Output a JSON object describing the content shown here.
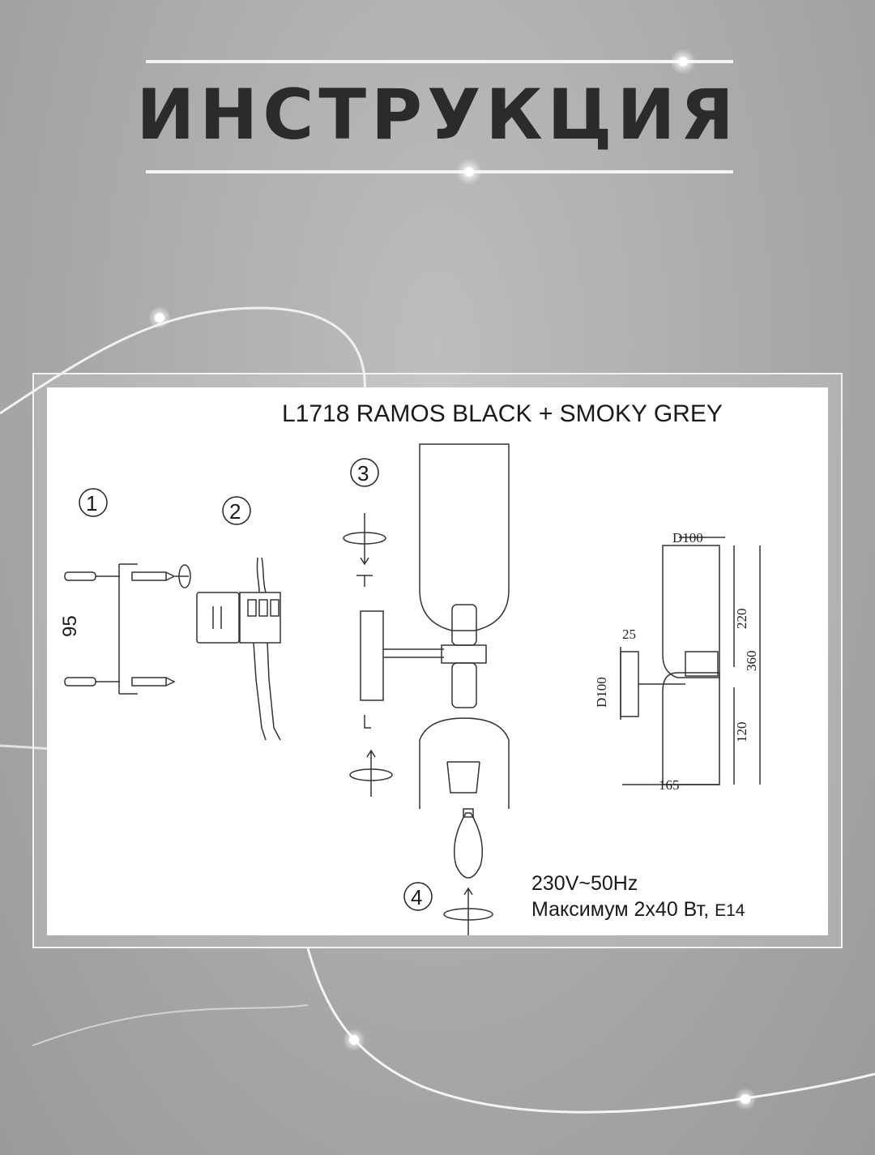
{
  "header": {
    "title": "ИНСТРУКЦИЯ"
  },
  "diagram": {
    "model_title": "L1718 RAMOS BLACK + SMOKY GREY",
    "steps": [
      "1",
      "2",
      "3",
      "4"
    ],
    "mount_spacing": "95",
    "dimensions": {
      "shade_diameter_top": "D100",
      "top_height": "220",
      "total_height": "360",
      "bottom_height": "120",
      "base_depth": "25",
      "base_diameter": "D100",
      "width": "165"
    },
    "specs": {
      "voltage": "230V~50Hz",
      "max_power_prefix": "Максимум 2х40 Вт,",
      "socket": "E14"
    }
  }
}
